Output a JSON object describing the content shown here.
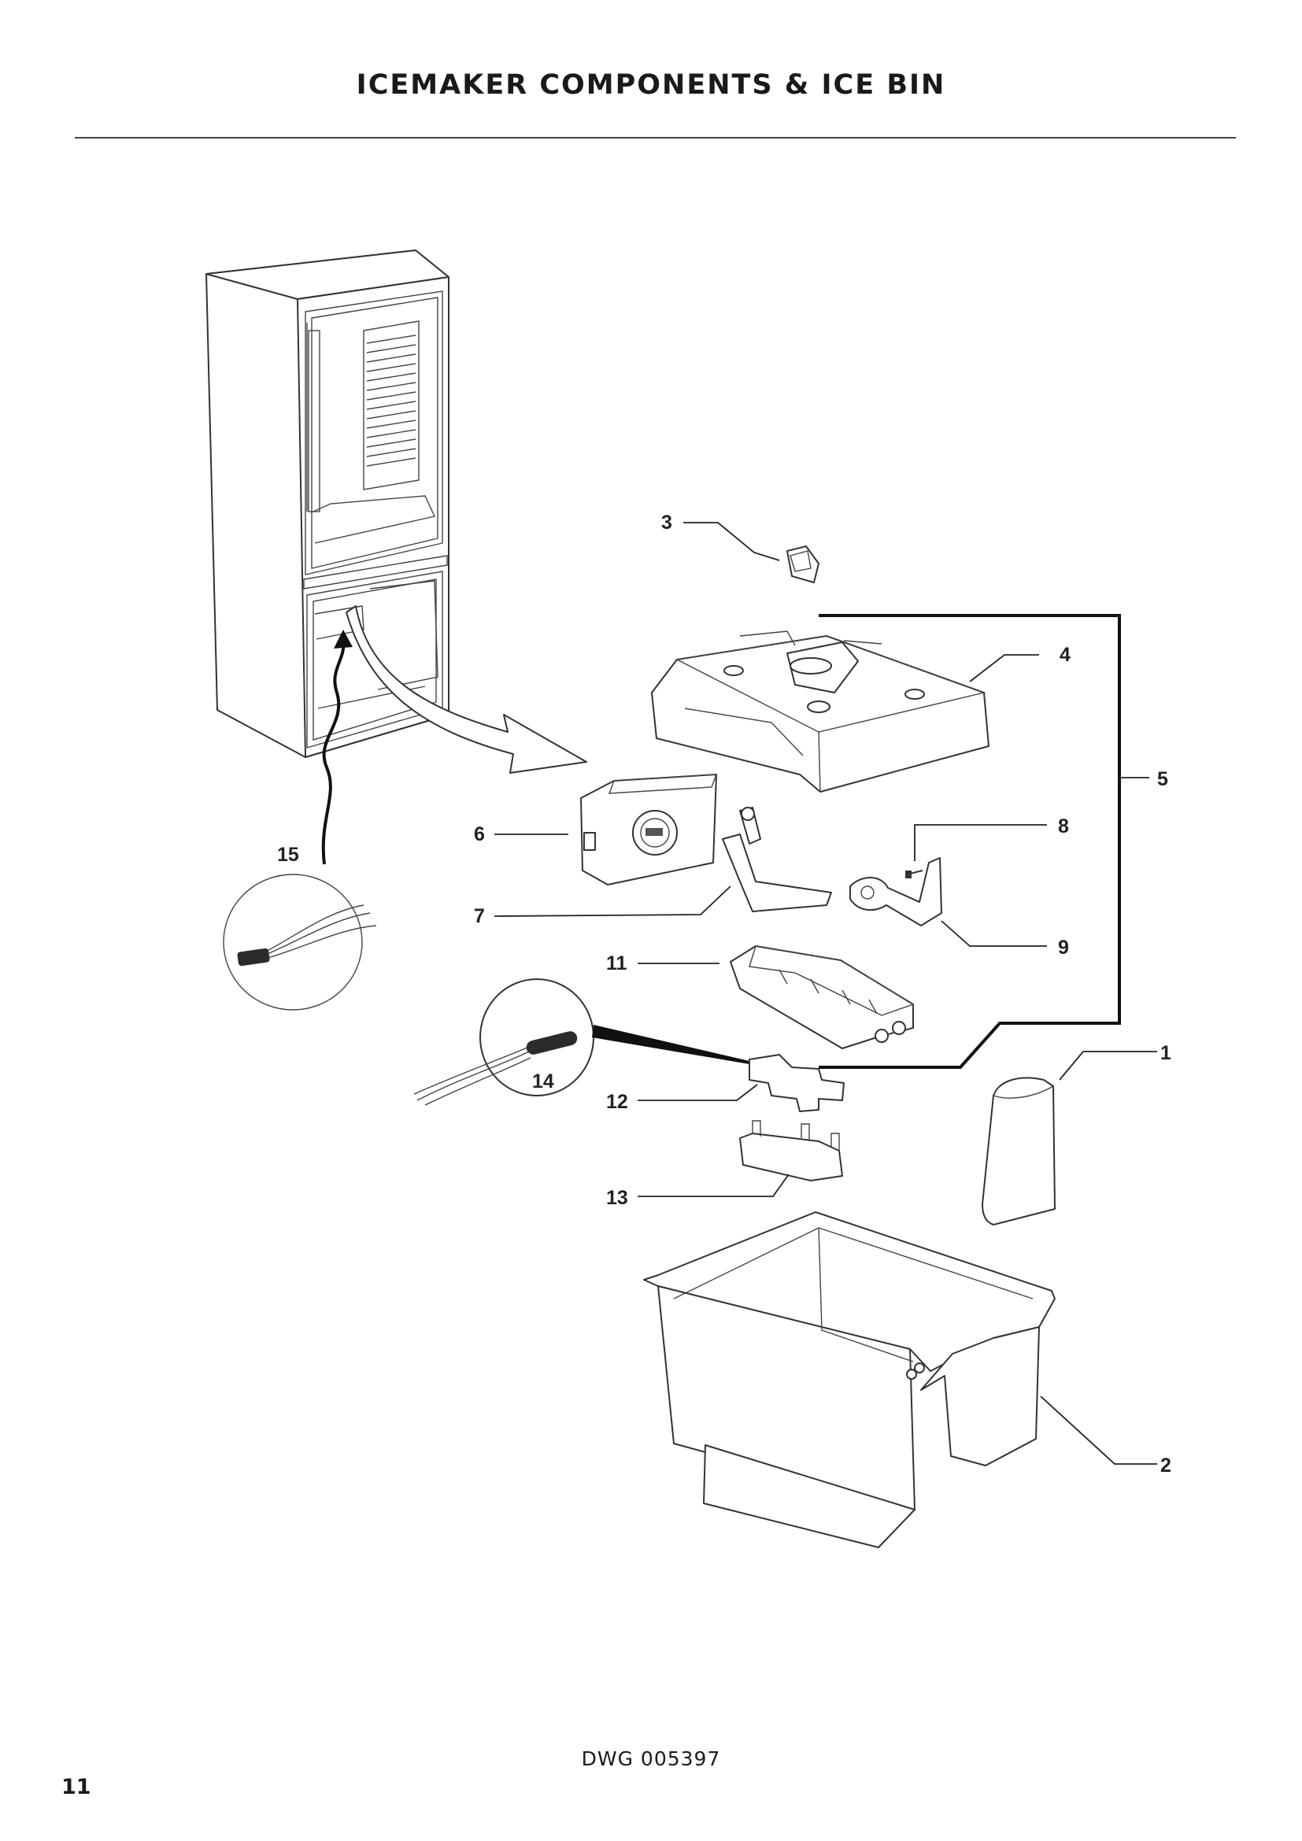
{
  "header": {
    "title": "ICEMAKER COMPONENTS & ICE BIN"
  },
  "callouts": {
    "c1": "1",
    "c2": "2",
    "c3": "3",
    "c4": "4",
    "c5": "5",
    "c6": "6",
    "c7": "7",
    "c8": "8",
    "c9": "9",
    "c11": "11",
    "c12": "12",
    "c13": "13",
    "c14": "14",
    "c15": "15"
  },
  "footer": {
    "drawing_number": "DWG 005397",
    "page_number": "11"
  }
}
